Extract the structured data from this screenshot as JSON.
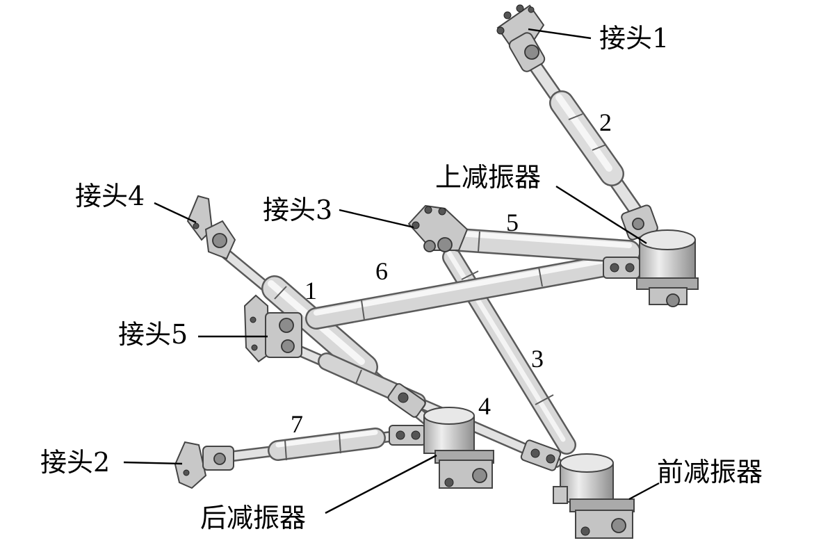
{
  "labels": {
    "joint_1": "接头1",
    "joint_2": "接头2",
    "joint_3": "接头3",
    "joint_4": "接头4",
    "joint_5": "接头5",
    "upper_damper": "上减振器",
    "front_damper": "前减振器",
    "rear_damper": "后减振器"
  },
  "strut_numbers": {
    "n1": "1",
    "n2": "2",
    "n3": "3",
    "n4": "4",
    "n5": "5",
    "n6": "6",
    "n7": "7"
  },
  "colors": {
    "metal_light": "#e6e6e6",
    "metal_mid": "#c0c0c0",
    "outline": "#5a5a5a",
    "text": "#000000"
  }
}
